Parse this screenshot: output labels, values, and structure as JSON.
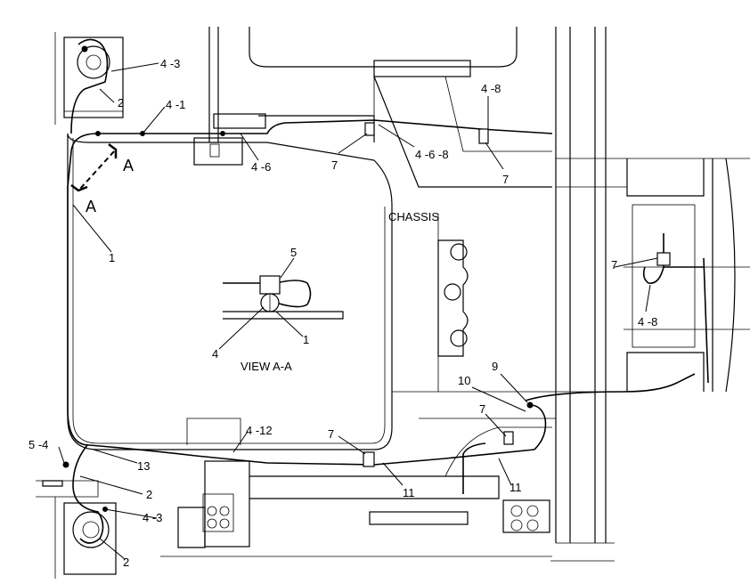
{
  "diagram": {
    "labels": {
      "view": "VIEW A-A",
      "chassis": "CHASSIS",
      "section_a": "A",
      "l1": "1",
      "l2": "2",
      "l4": "4",
      "l5": "5",
      "l7": "7",
      "l9": "9",
      "l10": "10",
      "l11": "11",
      "l13": "13",
      "l4_1": "4 -1",
      "l4_3": "4 -3",
      "l4_6": "4 -6",
      "l4_6_8": "4 -6 -8",
      "l4_8": "4 -8",
      "l4_12": "4 -12",
      "l5_4": "5 -4"
    },
    "colors": {
      "line": "#000000",
      "background": "#ffffff"
    }
  }
}
